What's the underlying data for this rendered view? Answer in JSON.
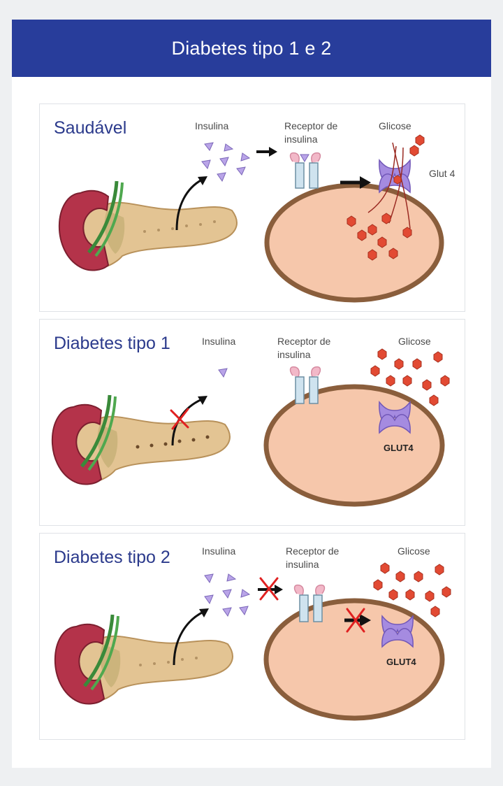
{
  "header": {
    "title": "Diabetes tipo 1 e 2"
  },
  "colors": {
    "header_bg": "#283d9b",
    "title_text": "#2b3a8c",
    "cell_membrane": "#8a5e3c",
    "cell_fill": "#f6c7ab",
    "insulin": "#b9a4e8",
    "glucose": "#e24a33",
    "glut": "#a58be0",
    "block_x": "#e02020"
  },
  "panels": [
    {
      "title": "Saudável",
      "insulin_label": "Insulina",
      "receptor_label": "Receptor de insulina",
      "glucose_label": "Glicose",
      "glut_label": "Glut 4"
    },
    {
      "title": "Diabetes tipo 1",
      "insulin_label": "Insulina",
      "receptor_label": "Receptor de insulina",
      "glucose_label": "Glicose",
      "glut_label": "GLUT4"
    },
    {
      "title": "Diabetes tipo 2",
      "insulin_label": "Insulina",
      "receptor_label": "Receptor de insulina",
      "glucose_label": "Glicose",
      "glut_label": "GLUT4"
    }
  ]
}
